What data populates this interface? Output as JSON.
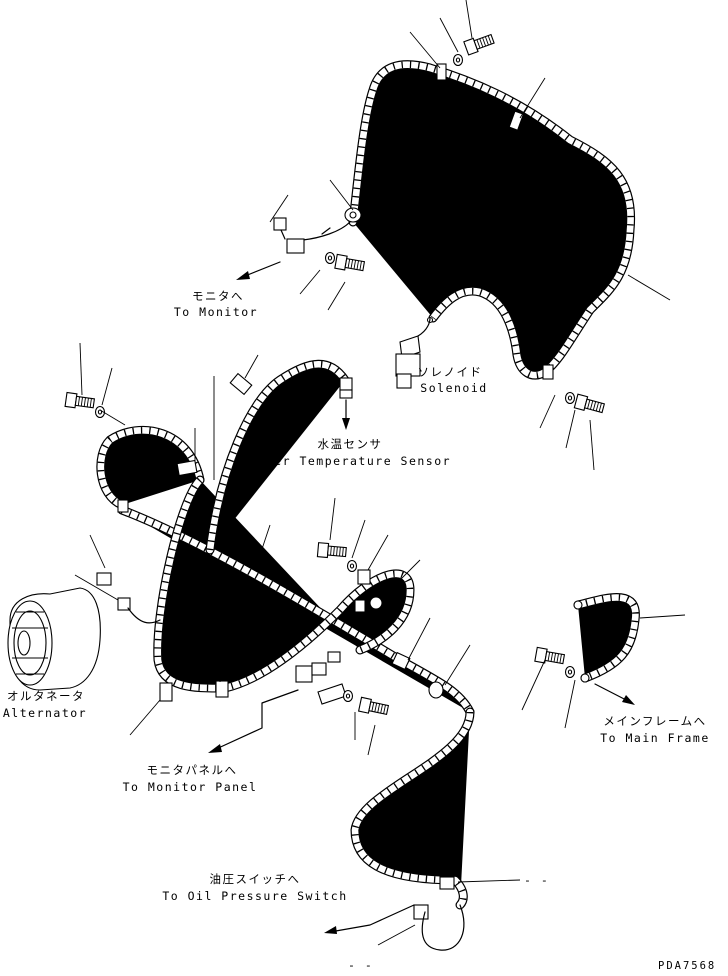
{
  "labels": {
    "to_monitor_jp": "モニタへ",
    "to_monitor_en": "To Monitor",
    "solenoid_jp": "ソレノイド",
    "solenoid_en": "Solenoid",
    "water_temp_jp": "水温センサ",
    "water_temp_en": "Water Temperature Sensor",
    "alternator_jp": "オルタネータ",
    "alternator_en": "Alternator",
    "main_frame_jp": "メインフレームへ",
    "main_frame_en": "To Main Frame",
    "monitor_panel_jp": "モニタパネルへ",
    "monitor_panel_en": "To Monitor Panel",
    "oil_pressure_jp": "油圧スイッチへ",
    "oil_pressure_en": "To Oil Pressure Switch",
    "drawing_number": "PDA7568",
    "callout_mark_a": "- -",
    "callout_mark_b": "- -"
  },
  "colors": {
    "ink": "#000000",
    "paper": "#ffffff"
  }
}
